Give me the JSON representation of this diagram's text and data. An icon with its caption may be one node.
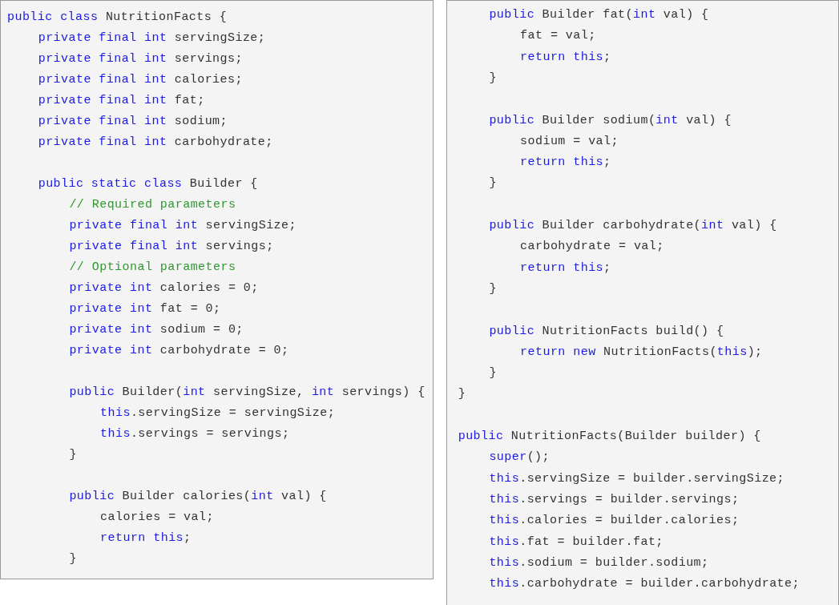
{
  "diagram": {
    "nodes": [
      {
        "text": [
          "public class NutritionFacts {",
          "private final int servingSize;",
          "private final int servings;",
          "private final int calories;",
          "private final int fat;",
          "private final int sodium;",
          "private final int carbohydrate;",
          "public static class Builder {",
          "// Required parameters",
          "private final int servingSize;",
          "private final int servings;",
          "// Optional parameters",
          "private int calories = 0;",
          "private int fat = 0;",
          "private int sodium = 0;",
          "private int carbohydrate = 0;",
          "public Builder(int servingSize, int servings) {",
          "this.servingSize = servingSize;",
          "this.servings = servings;",
          "}",
          "public Builder calories(int val) {",
          "calories = val;",
          "return this;",
          "}"
        ]
      },
      {
        "text": [
          "public Builder fat(int val) {",
          "fat = val;",
          "return this;",
          "}",
          "public Builder sodium(int val) {",
          "sodium = val;",
          "return this;",
          "}",
          "public Builder carbohydrate(int val) {",
          "carbohydrate = val;",
          "return this;",
          "}",
          "public NutritionFacts build() {",
          "return new NutritionFacts(this);",
          "}",
          "}",
          "public NutritionFacts(Builder builder) {",
          "super();",
          "this.servingSize = builder.servingSize;",
          "this.servings = builder.servings;",
          "this.calories = builder.calories;",
          "this.fat = builder.fat;",
          "this.sodium = builder.sodium;",
          "this.carbohydrate = builder.carbohydrate;"
        ]
      }
    ]
  }
}
